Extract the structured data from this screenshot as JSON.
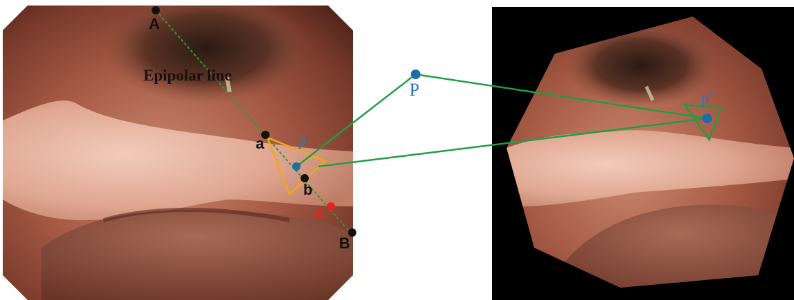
{
  "left_panel": {
    "epipolar_label": "Epipolar line",
    "points": {
      "A": "A",
      "B": "B",
      "a": "a",
      "b": "b",
      "e": "e",
      "p": "p"
    }
  },
  "middle": {
    "P_label": "P"
  },
  "right_panel": {
    "p_prime_label": "p'"
  },
  "colors": {
    "epipolar_line": "#2e9a3a",
    "projection_lines": "#1e9e44",
    "triangle_left": "#f2a619",
    "triangle_right": "#1e9e44",
    "point_black": "#111111",
    "point_blue": "#1b6fa8",
    "point_red": "#e5261f",
    "label_blue": "#2b78b8",
    "label_red": "#e5261f"
  }
}
